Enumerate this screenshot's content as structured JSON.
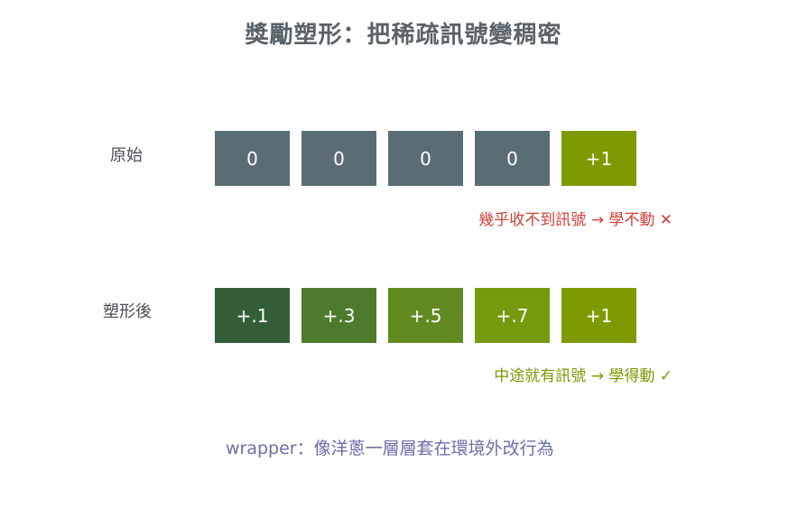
{
  "title": "獎勵塑形：把稀疏訊號變稠密",
  "rows": [
    {
      "label": "原始",
      "cells": [
        {
          "text": "0",
          "color": "#5b6d74"
        },
        {
          "text": "0",
          "color": "#5b6d74"
        },
        {
          "text": "0",
          "color": "#5b6d74"
        },
        {
          "text": "0",
          "color": "#5b6d74"
        },
        {
          "text": "+1",
          "color": "#7d9b00"
        }
      ],
      "note": "幾乎收不到訊號 → 學不動 ✕",
      "note_color": "#d0403a"
    },
    {
      "label": "塑形後",
      "cells": [
        {
          "text": "+.1",
          "color": "#345e37"
        },
        {
          "text": "+.3",
          "color": "#4e7a2e"
        },
        {
          "text": "+.5",
          "color": "#618a21"
        },
        {
          "text": "+.7",
          "color": "#769a0d"
        },
        {
          "text": "+1",
          "color": "#7d9b00"
        }
      ],
      "note": "中途就有訊號 → 學得動 ✓",
      "note_color": "#7a9a00"
    }
  ],
  "footer": "wrapper：像洋蔥一層層套在環境外改行為"
}
